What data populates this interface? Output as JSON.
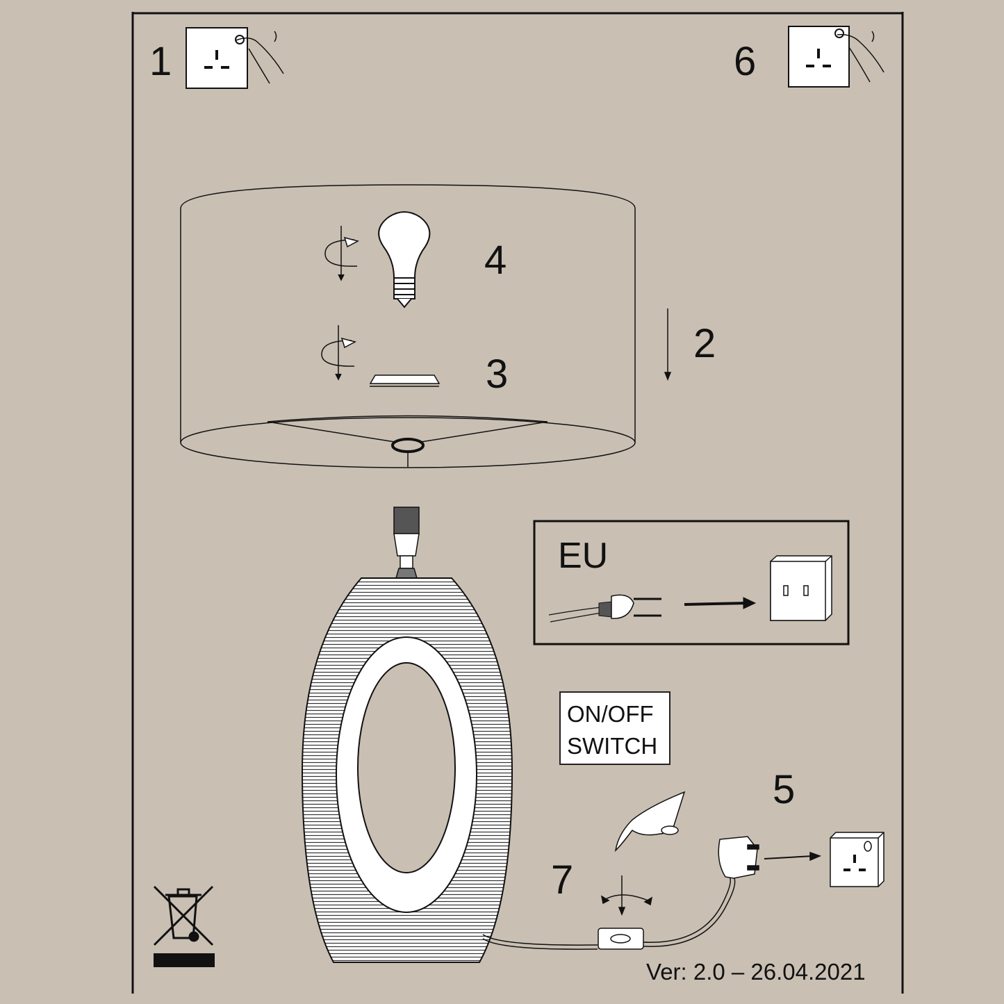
{
  "steps": {
    "s1": "1",
    "s2": "2",
    "s3": "3",
    "s4": "4",
    "s5": "5",
    "s6": "6",
    "s7": "7"
  },
  "plug_box": {
    "label": "EU"
  },
  "switch_label": {
    "line1": "ON/OFF",
    "line2": "SWITCH"
  },
  "version": "Ver: 2.0 – 26.04.2021",
  "colors": {
    "background": "#c9bfb3",
    "ink": "#111111",
    "white": "#ffffff"
  }
}
